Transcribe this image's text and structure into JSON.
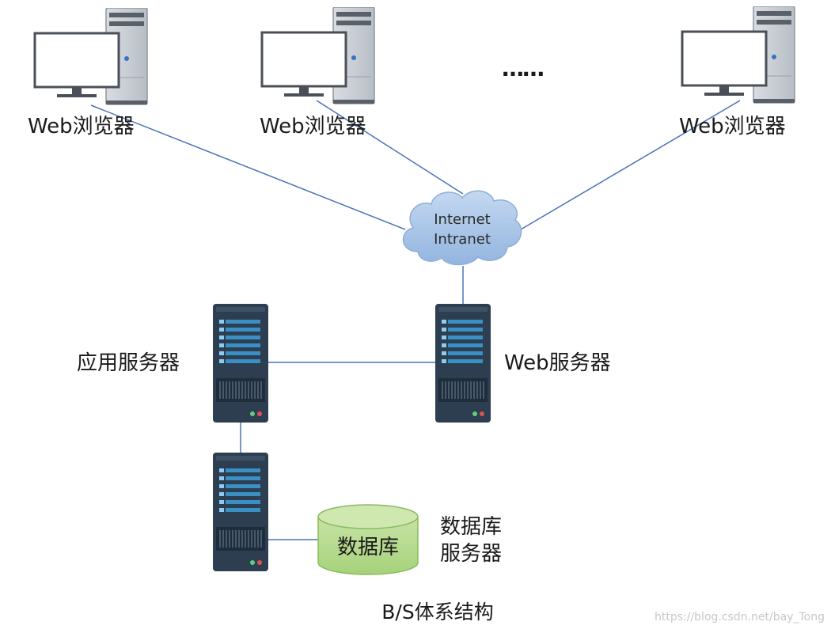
{
  "browsers": [
    {
      "label": "Web浏览器"
    },
    {
      "label": "Web浏览器"
    },
    {
      "label": "Web浏览器"
    }
  ],
  "ellipsis": "……",
  "cloud": {
    "line1": "Internet",
    "line2": "Intranet"
  },
  "servers": {
    "app": "应用服务器",
    "web": "Web服务器",
    "db_line1": "数据库",
    "db_line2": "服务器"
  },
  "database": {
    "label": "数据库"
  },
  "caption": "B/S体系结构",
  "watermark": "https://blog.csdn.net/bay_Tong",
  "colors": {
    "line": "#4a72b8",
    "cloud_fill": "#a7c3e6",
    "cloud_stroke": "#8faed8",
    "server_body": "#2c3e50",
    "server_stripe": "#3a8fc4",
    "db_fill": "#b4d98d",
    "db_stroke": "#8cbc5e"
  }
}
